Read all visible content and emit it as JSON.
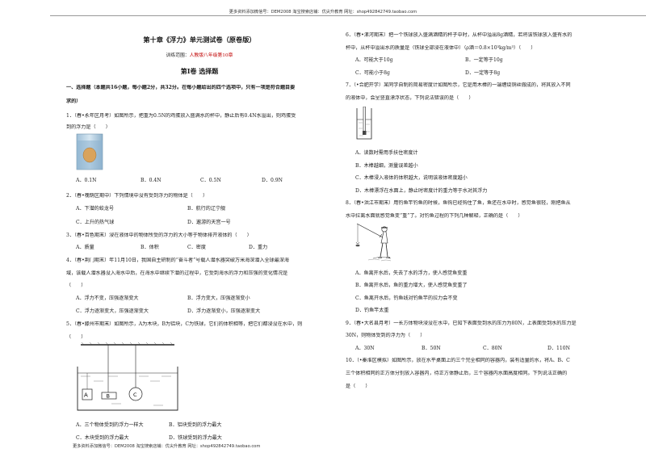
{
  "header": {
    "text": "更多资料添加微信号：DEM2008 淘宝搜索店铺：优尖升教育 网址：shop492842749.taobao.com"
  },
  "footer": {
    "text": "更多资料添加微信号：DEM2008 淘宝搜索店铺：优尖升教育 网址：shop492842749.taobao.com"
  },
  "title": "第十章《浮力》单元测试卷（原卷版）",
  "scope_label": "训练范围：",
  "scope_value": "人教版八年级第10章",
  "volume_title": "第Ⅰ卷 选择题",
  "section_intro": [
    "一、选择题（本题共16小题，每小题2分，共32分。在每小题给出的四个选项中，只有一项是符合题目要",
    "求的）"
  ],
  "questions": {
    "q1": {
      "lines": [
        "1．（春•永年区月考）如图所示，把重为0.5N的鸡蛋放入盛满水的杯中，静止后有0.4N水溢出，则鸡蛋受",
        "到的浮力是（　　）"
      ],
      "options": [
        "A．0.1N",
        "B．0.4N",
        "C．0.5N",
        "D．0.9N"
      ]
    },
    "q2": {
      "lines": [
        "2．（春•槐荫区期中）下列情境中没有受到浮力的物体是（　　）"
      ],
      "options": [
        "A．下潜的蛟龙号",
        "B．航行的辽宁舰",
        "C．上升的热气球",
        "D．遨游的天宫一号"
      ]
    },
    "q3": {
      "lines": [
        "3．（春•百色期末）浸在液体中的物体所受的浮力的大小等于物体排开液体的（　　）"
      ],
      "options": [
        "A．质量",
        "B．体积",
        "C．密度",
        "D．重力"
      ]
    },
    "q4": {
      "lines": [
        "4．（春•荆门期末）年11月10日，我国自主研制的“奋斗者”号载人潜水器突破万米海深潜入全球最深海",
        "域，该载人潜水器没入海水中后，在海水中继续下潜的过程中，它受到海水的浮力和压强的变化情况是",
        "（　　）"
      ],
      "options": [
        "A．浮力不变，压强逐渐变大",
        "B．浮力变大，压强逐渐变小",
        "C．浮力逐渐变大，压强逐渐变大",
        "D．浮力逐渐变小，压强逐渐变大"
      ]
    },
    "q5": {
      "lines": [
        "5．（春•滕州市期末）如图所示，A为木块，B为铝块，C为铁球，它们的体积相等，把它们都浸没在水中，则",
        "（　　）"
      ],
      "fig_labels": [
        "A",
        "B",
        "C"
      ],
      "options": [
        "A．三个物体受到的浮力一样大",
        "B．铝块受到的浮力最大",
        "C．木块受到的浮力最大",
        "D．铁球受到的浮力最大"
      ]
    },
    "q6": {
      "lines": [
        "6．（春•漯河期末）把一个铁球放入盛满酒精的杯子中时，从杯中溢出8g酒精，若将该铁球放入盛有水的",
        "杯中，从杯中溢出水的质量是（铁球全部浸在液体中）（ρ酒＝0.8×10³kg/m³）（　　）"
      ],
      "options": [
        "A．可能大于10g",
        "B．一定等于10g",
        "C．可能小于8g",
        "D．一定等于8g"
      ]
    },
    "q7": {
      "lines": [
        "7．（•合肥开学）某同学自制的简易密度计如图所示，它是用木棒的一端缠绕铜丝做成的，将其放入不同",
        "的液体中，会呈竖直漂浮状态，下列说法错误的是（　　）"
      ],
      "options": [
        "A．读数时需用手扶住密度计",
        "B．木棒越细，测量误差越小",
        "C．木棒浸入液体的体积越大，说明该液体密度越小",
        "D．木棒漂浮在水面上，静止时密度计的重力等于水对其浮力"
      ]
    },
    "q8": {
      "lines": [
        "8．（春•洪江市期末）用钓鱼竿钓鱼的时候，鱼钩已经钩住了鱼，鱼还在水中时，感觉鱼很轻，刚把鱼从",
        "水中拉离水面就感觉鱼变“重”了。对钓鱼过程的下列几种解释，正确的是（　　）"
      ],
      "options": [
        "A．鱼离开水后，失去了水的浮力，使人感觉鱼变重",
        "B．鱼离开水后，鱼的重力增大，使人感觉鱼变重了",
        "C．鱼离开水后，钓鱼线对钓鱼竿的拉力会不变",
        "D．钓鱼竿太重"
      ]
    },
    "q9": {
      "lines": [
        "9．（春•大名县月考）一长方体物块浸没在水中，已知下表面受到水的压力为80N，上表面受到水的压力是",
        "30N，则物体受到的浮力为（　　）"
      ],
      "options": [
        "A．30N",
        "B．50N",
        "C．80N",
        "D．110N"
      ]
    },
    "q10": {
      "lines": [
        "10．（•秦淮区模拟）如图所示，放在水平桌面上的三个完全相同的容器内，装有适量的水，将A、B、C",
        "三个体积相同的正方体分别放入容器内，待正方体静止后，三个容器内水面高度相同。下列说法正确的",
        "是（　　）"
      ]
    }
  }
}
